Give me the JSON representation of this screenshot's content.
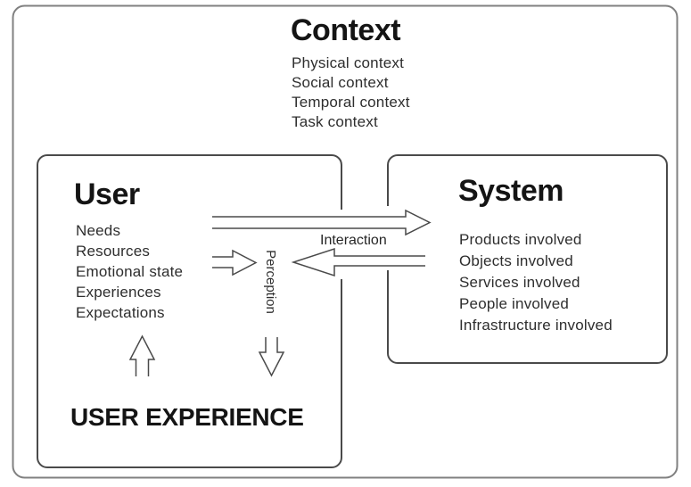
{
  "diagram": {
    "type": "block-diagram",
    "context": {
      "title": "Context",
      "items": [
        "Physical context",
        "Social context",
        "Temporal context",
        "Task context"
      ]
    },
    "user": {
      "title": "User",
      "items": [
        "Needs",
        "Resources",
        "Emotional state",
        "Experiences",
        "Expectations"
      ],
      "footer_label": "USER EXPERIENCE"
    },
    "system": {
      "title": "System",
      "items": [
        "Products involved",
        "Objects involved",
        "Services involved",
        "People involved",
        "Infrastructure involved"
      ]
    },
    "labels": {
      "interaction": "Interaction",
      "perception": "Perception"
    },
    "icons": [
      "arrow-right-large-icon",
      "arrow-left-icon",
      "arrow-right-small-icon",
      "arrow-up-icon",
      "arrow-down-icon"
    ],
    "colors": {
      "background": "#ffffff",
      "outer_border": "#808080",
      "inner_border": "#4a4a4a",
      "arrow_stroke": "#4a4a4a",
      "title_text": "#141414",
      "body_text": "#2e2e2e"
    }
  }
}
